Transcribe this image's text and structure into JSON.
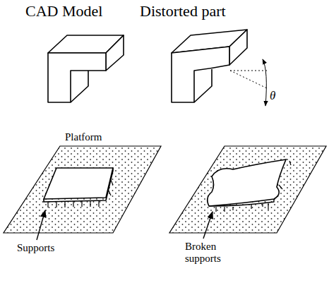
{
  "diagram": {
    "labels": [
      "CAD Model",
      "Distorted part",
      "θ",
      "Platform",
      "Supports",
      "Broken supports"
    ]
  }
}
